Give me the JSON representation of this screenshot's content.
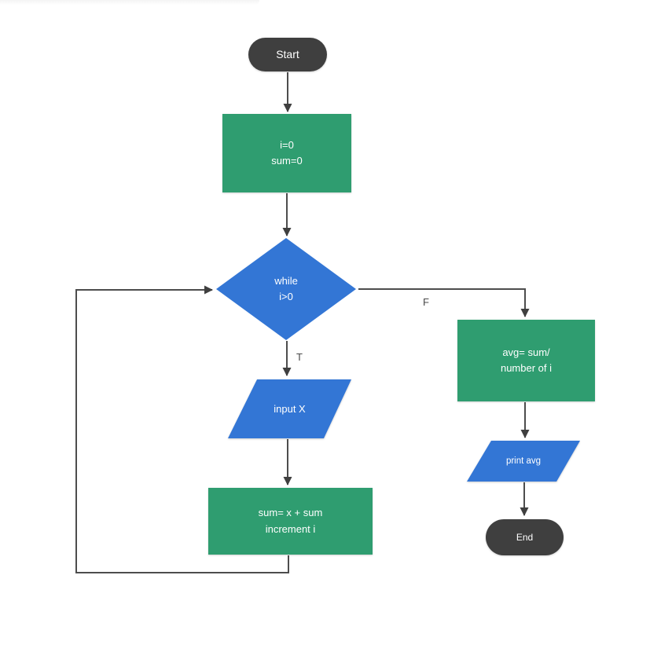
{
  "flowchart": {
    "title": "average-calculation-flowchart",
    "nodes": {
      "start": {
        "type": "terminator",
        "label": "Start"
      },
      "init": {
        "type": "process",
        "label": "i=0\nsum=0"
      },
      "while": {
        "type": "decision",
        "label": "while\ni>0"
      },
      "input": {
        "type": "io",
        "label": "input X"
      },
      "sum": {
        "type": "process",
        "label": "sum= x + sum\nincrement i"
      },
      "avg": {
        "type": "process",
        "label": "avg= sum/\nnumber of i"
      },
      "print": {
        "type": "io",
        "label": "print avg"
      },
      "end": {
        "type": "terminator",
        "label": "End"
      }
    },
    "edge_labels": {
      "true_branch": "T",
      "false_branch": "F"
    },
    "colors": {
      "process_green": "#2f9d70",
      "io_blue": "#3376d5",
      "terminator_dark": "#3f3f3f",
      "connector": "#4d4d4d",
      "node_text": "#ffffff",
      "label_text": "#4a4a4a",
      "background": "#ffffff"
    }
  }
}
